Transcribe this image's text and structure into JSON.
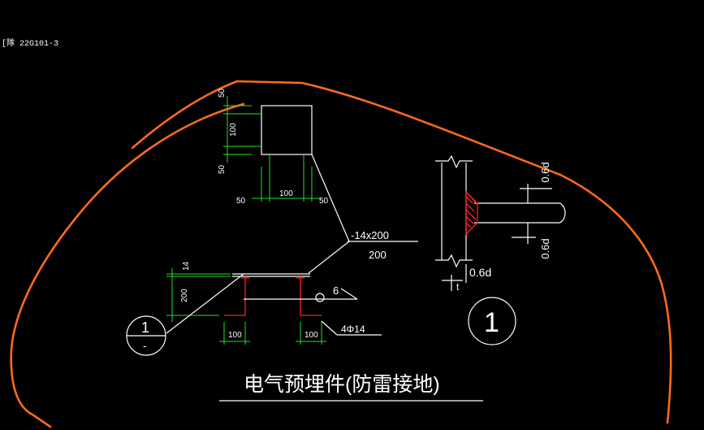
{
  "header": {
    "ref_label": "[隊 22G101-3"
  },
  "plan_view": {
    "dims": {
      "top_50": "50",
      "height_100": "100",
      "bottom_50": "50",
      "left_50": "50",
      "width_100": "100",
      "right_50": "50"
    },
    "plate_callout_top": "-14x200",
    "plate_callout_bottom": "200"
  },
  "elevation_view": {
    "dims": {
      "thickness_14": "14",
      "height_200": "200",
      "left_100": "100",
      "right_100": "100"
    },
    "bar_mark": "6",
    "bar_spec": "4Φ14",
    "section_number": "1",
    "section_sub": "-"
  },
  "weld_detail": {
    "top_dim": "0.6d",
    "right_dim": "0.6d",
    "bottom_dim": "0.6d",
    "t_label": "t",
    "detail_number": "1"
  },
  "title": "电气预埋件(防雷接地)",
  "colors": {
    "background": "#000000",
    "linework": "#ffffff",
    "dimension": "#22e022",
    "weld": "#ff2020",
    "markup": "#ff6a1a"
  }
}
